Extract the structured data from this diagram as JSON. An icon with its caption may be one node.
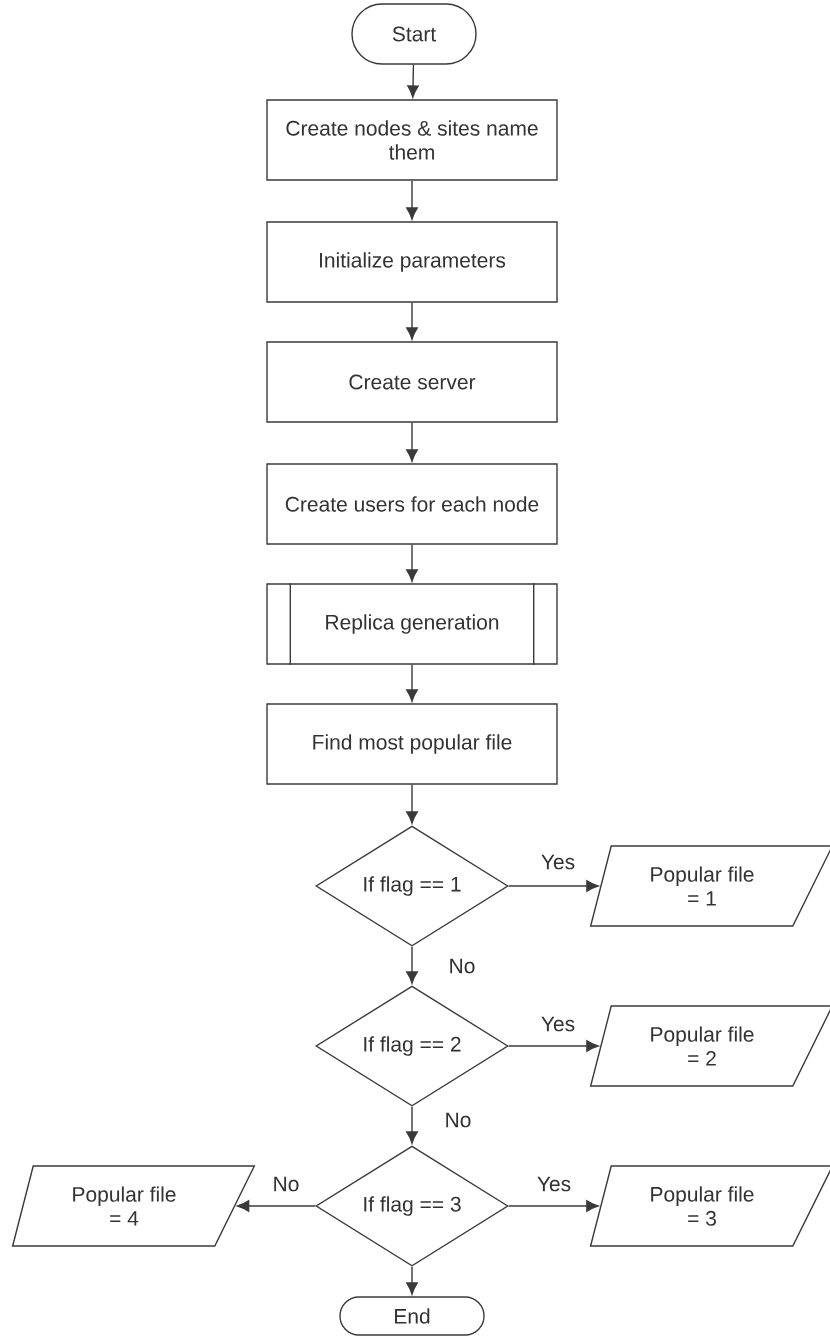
{
  "diagram": {
    "nodes": [
      {
        "text": [
          "Start"
        ]
      },
      {
        "text": [
          "Create nodes & sites name them"
        ]
      },
      {
        "text": [
          "Initialize parameters"
        ]
      },
      {
        "text": [
          "Create server"
        ]
      },
      {
        "text": [
          "Create users for each node"
        ]
      },
      {
        "text": [
          "Replica generation"
        ]
      },
      {
        "text": [
          "Find most popular file"
        ]
      },
      {
        "text": [
          "If flag == 1"
        ]
      },
      {
        "text": [
          "Popular file = 1"
        ]
      },
      {
        "text": [
          "If flag == 2"
        ]
      },
      {
        "text": [
          "Popular file = 2"
        ]
      },
      {
        "text": [
          "If flag == 3"
        ]
      },
      {
        "text": [
          "Popular file = 3"
        ]
      },
      {
        "text": [
          "Popular file = 4"
        ]
      },
      {
        "text": [
          "End"
        ]
      }
    ],
    "edges": [
      {
        "from": 0,
        "to": 1,
        "arrow": "to"
      },
      {
        "from": 1,
        "to": 2,
        "arrow": "to"
      },
      {
        "from": 2,
        "to": 3,
        "arrow": "to"
      },
      {
        "from": 3,
        "to": 4,
        "arrow": "to"
      },
      {
        "from": 4,
        "to": 5,
        "arrow": "to"
      },
      {
        "from": 5,
        "to": 6,
        "arrow": "to"
      },
      {
        "from": 6,
        "to": 7,
        "arrow": "to"
      },
      {
        "from": 7,
        "to": 8,
        "arrow": "to",
        "label": "Yes"
      },
      {
        "from": 7,
        "to": 9,
        "arrow": "to",
        "label": "No"
      },
      {
        "from": 9,
        "to": 10,
        "arrow": "to",
        "label": "Yes"
      },
      {
        "from": 9,
        "to": 11,
        "arrow": "to",
        "label": "No"
      },
      {
        "from": 11,
        "to": 12,
        "arrow": "to",
        "label": "Yes"
      },
      {
        "from": 11,
        "to": 13,
        "arrow": "to",
        "label": "No"
      },
      {
        "from": 11,
        "to": 14,
        "arrow": "to"
      }
    ]
  }
}
